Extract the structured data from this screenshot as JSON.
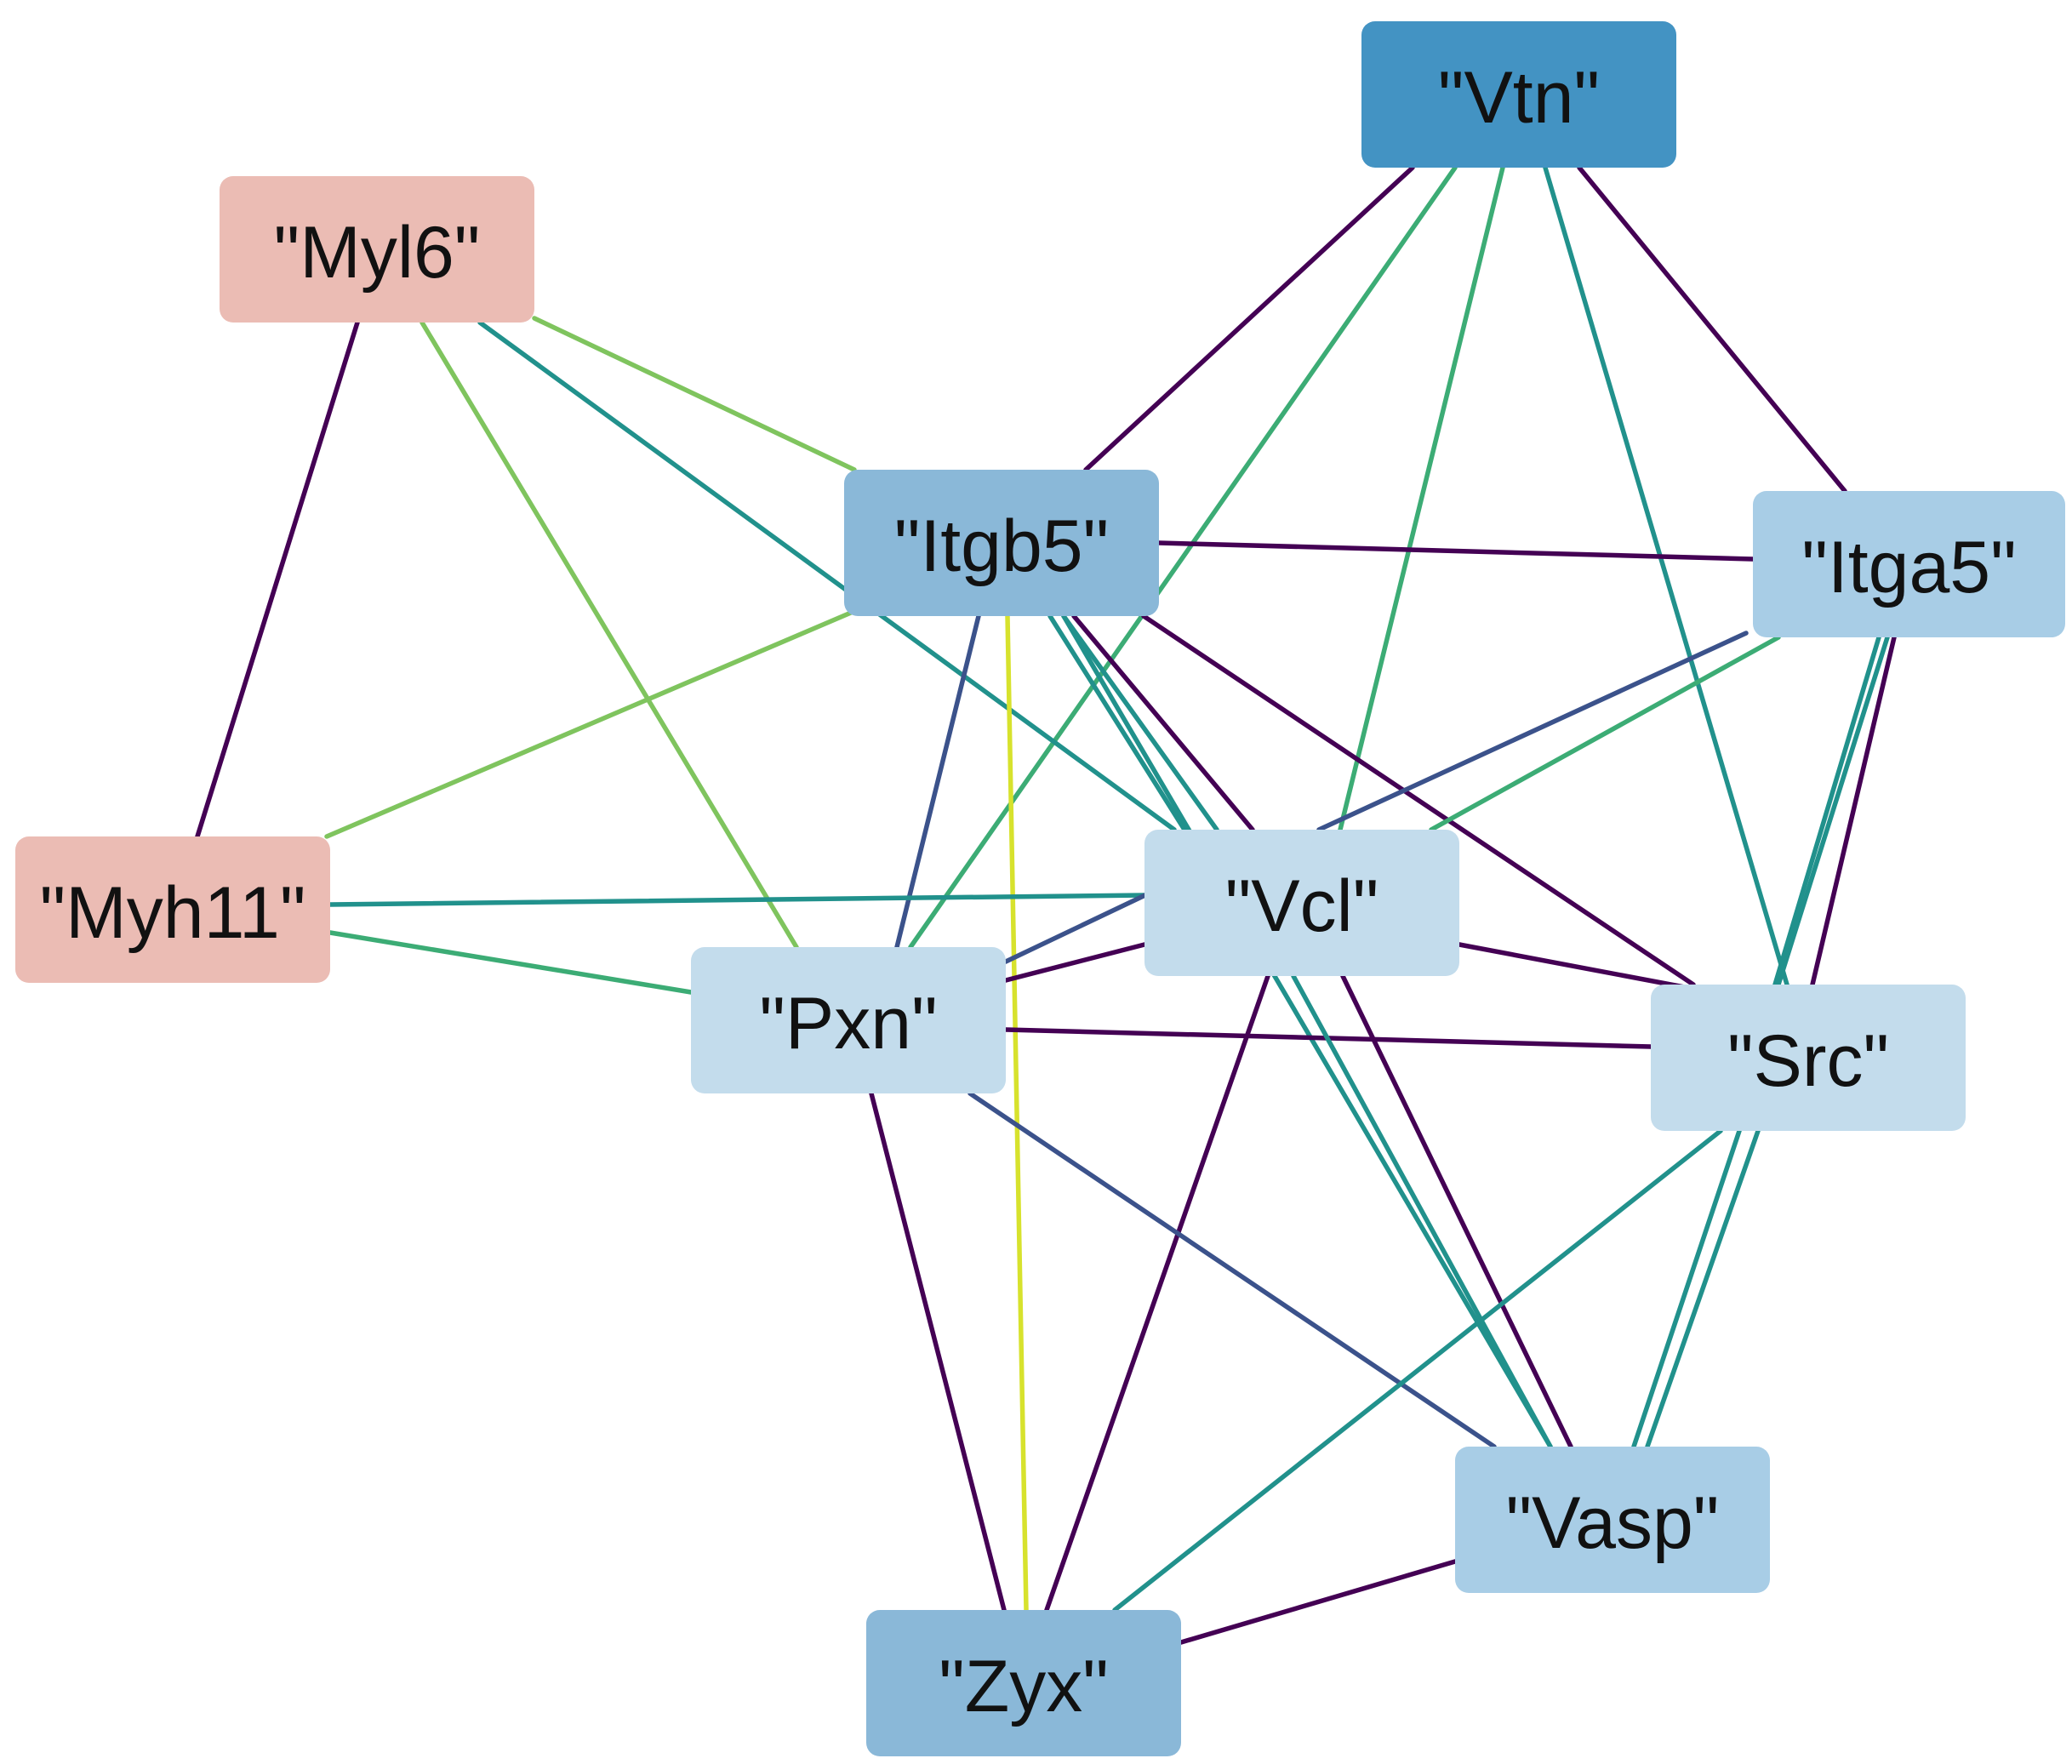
{
  "colors": {
    "purple": "#440154",
    "indigo": "#3b528b",
    "teal": "#21918c",
    "green": "#3cac75",
    "lightgreen": "#7fc45e",
    "yellow": "#d7e22d",
    "node_pink": "#ebbcb4",
    "node_dark_blue": "#4393c3",
    "node_mid_blue": "#8ab8d8",
    "node_light_blue": "#a8cde6",
    "node_pale_blue": "#c3dcec"
  },
  "nodes": [
    {
      "id": "Vtn",
      "label": "\"Vtn\"",
      "fill": "node_dark_blue"
    },
    {
      "id": "Myl6",
      "label": "\"Myl6\"",
      "fill": "node_pink"
    },
    {
      "id": "Itgb5",
      "label": "\"Itgb5\"",
      "fill": "node_mid_blue"
    },
    {
      "id": "Itga5",
      "label": "\"Itga5\"",
      "fill": "node_light_blue"
    },
    {
      "id": "Myh11",
      "label": "\"Myh11\"",
      "fill": "node_pink"
    },
    {
      "id": "Vcl",
      "label": "\"Vcl\"",
      "fill": "node_pale_blue"
    },
    {
      "id": "Pxn",
      "label": "\"Pxn\"",
      "fill": "node_pale_blue"
    },
    {
      "id": "Src",
      "label": "\"Src\"",
      "fill": "node_pale_blue"
    },
    {
      "id": "Vasp",
      "label": "\"Vasp\"",
      "fill": "node_light_blue"
    },
    {
      "id": "Zyx",
      "label": "\"Zyx\"",
      "fill": "node_mid_blue"
    }
  ],
  "edges": [
    {
      "source": "Vtn",
      "target": "Itgb5",
      "color": "purple"
    },
    {
      "source": "Vtn",
      "target": "Pxn",
      "color": "green"
    },
    {
      "source": "Vtn",
      "target": "Vcl",
      "color": "green"
    },
    {
      "source": "Vtn",
      "target": "Src",
      "color": "teal"
    },
    {
      "source": "Vtn",
      "target": "Itga5",
      "color": "purple"
    },
    {
      "source": "Myl6",
      "target": "Myh11",
      "color": "purple"
    },
    {
      "source": "Myl6",
      "target": "Pxn",
      "color": "lightgreen"
    },
    {
      "source": "Myl6",
      "target": "Vcl",
      "color": "teal"
    },
    {
      "source": "Myl6",
      "target": "Itgb5",
      "color": "lightgreen"
    },
    {
      "source": "Itgb5",
      "target": "Itga5",
      "color": "purple"
    },
    {
      "source": "Itgb5",
      "target": "Myh11",
      "color": "lightgreen"
    },
    {
      "source": "Itgb5",
      "target": "Zyx",
      "color": "yellow"
    },
    {
      "source": "Itgb5",
      "target": "Pxn",
      "color": "indigo"
    },
    {
      "source": "Itgb5",
      "target": "Vcl",
      "color": "teal"
    },
    {
      "source": "Itgb5",
      "target": "Vasp",
      "color": "teal"
    },
    {
      "source": "Itgb5",
      "target": "Src",
      "color": "purple"
    },
    {
      "source": "Itga5",
      "target": "Vcl",
      "color": "indigo"
    },
    {
      "source": "Itga5",
      "target": "Pxn",
      "color": "green"
    },
    {
      "source": "Itga5",
      "target": "Src",
      "color": "teal"
    },
    {
      "source": "Itga5",
      "target": "Vasp",
      "color": "purple"
    },
    {
      "source": "Myh11",
      "target": "Vcl",
      "color": "teal"
    },
    {
      "source": "Myh11",
      "target": "Pxn",
      "color": "green"
    },
    {
      "source": "Vcl",
      "target": "Pxn",
      "color": "purple"
    },
    {
      "source": "Vcl",
      "target": "Src",
      "color": "purple"
    },
    {
      "source": "Vcl",
      "target": "Zyx",
      "color": "purple"
    },
    {
      "source": "Vcl",
      "target": "Vasp",
      "color": "purple"
    },
    {
      "source": "Pxn",
      "target": "Src",
      "color": "purple"
    },
    {
      "source": "Pxn",
      "target": "Zyx",
      "color": "purple"
    },
    {
      "source": "Pxn",
      "target": "Vasp",
      "color": "indigo"
    },
    {
      "source": "Src",
      "target": "Zyx",
      "color": "teal"
    },
    {
      "source": "Src",
      "target": "Vasp",
      "color": "teal"
    },
    {
      "source": "Vasp",
      "target": "Zyx",
      "color": "purple"
    }
  ]
}
